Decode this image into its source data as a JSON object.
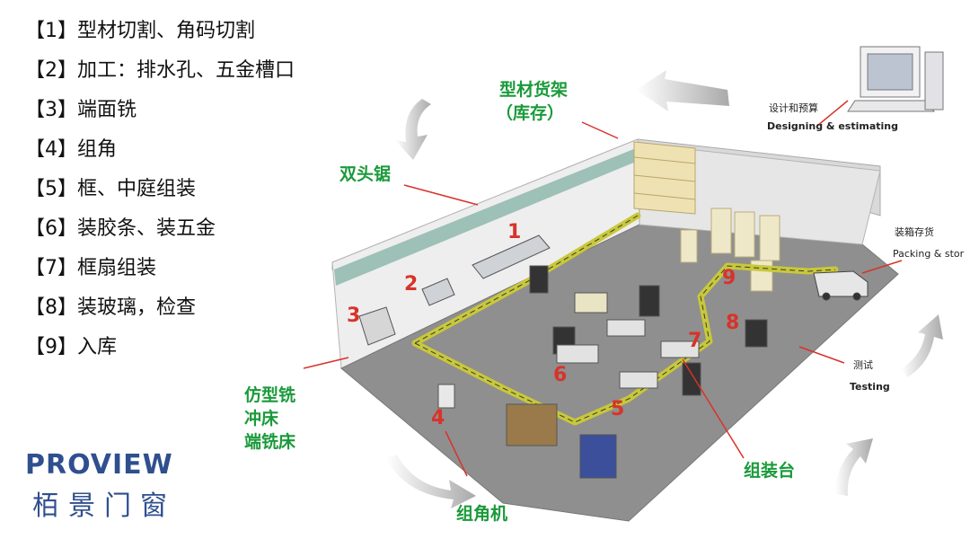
{
  "steps": [
    "【1】型材切割、角码切割",
    "【2】加工：排水孔、五金槽口",
    "【3】端面铣",
    "【4】组角",
    "【5】框、中庭组装",
    "【6】装胶条、装五金",
    "【7】框扇组装",
    "【8】装玻璃，检查",
    "【9】入库"
  ],
  "brand": {
    "name_en": "PROVIEW",
    "name_cn": "栢景门窗",
    "color": "#2f4f8f"
  },
  "labels": {
    "rack_line1": "型材货架",
    "rack_line2": "（库存）",
    "double_saw": "双头锯",
    "mill_line1": "仿型铣",
    "mill_line2": "冲床",
    "mill_line3": "端铣床",
    "crimper": "组角机",
    "assembly_table": "组装台",
    "design_cn": "设计和预算",
    "design_en": "Designing & estimating",
    "packing_cn": "装箱存货",
    "packing_en": "Packing & stor",
    "testing_cn": "测试",
    "testing_en": "Testing"
  },
  "station_numbers": [
    "1",
    "2",
    "3",
    "4",
    "5",
    "6",
    "7",
    "8",
    "9"
  ],
  "colors": {
    "label_green": "#1a9a3a",
    "number_red": "#d8332a",
    "conveyor": "#c8c83a",
    "floor": "#8c8c8c",
    "wall": "#e8e8e8"
  }
}
